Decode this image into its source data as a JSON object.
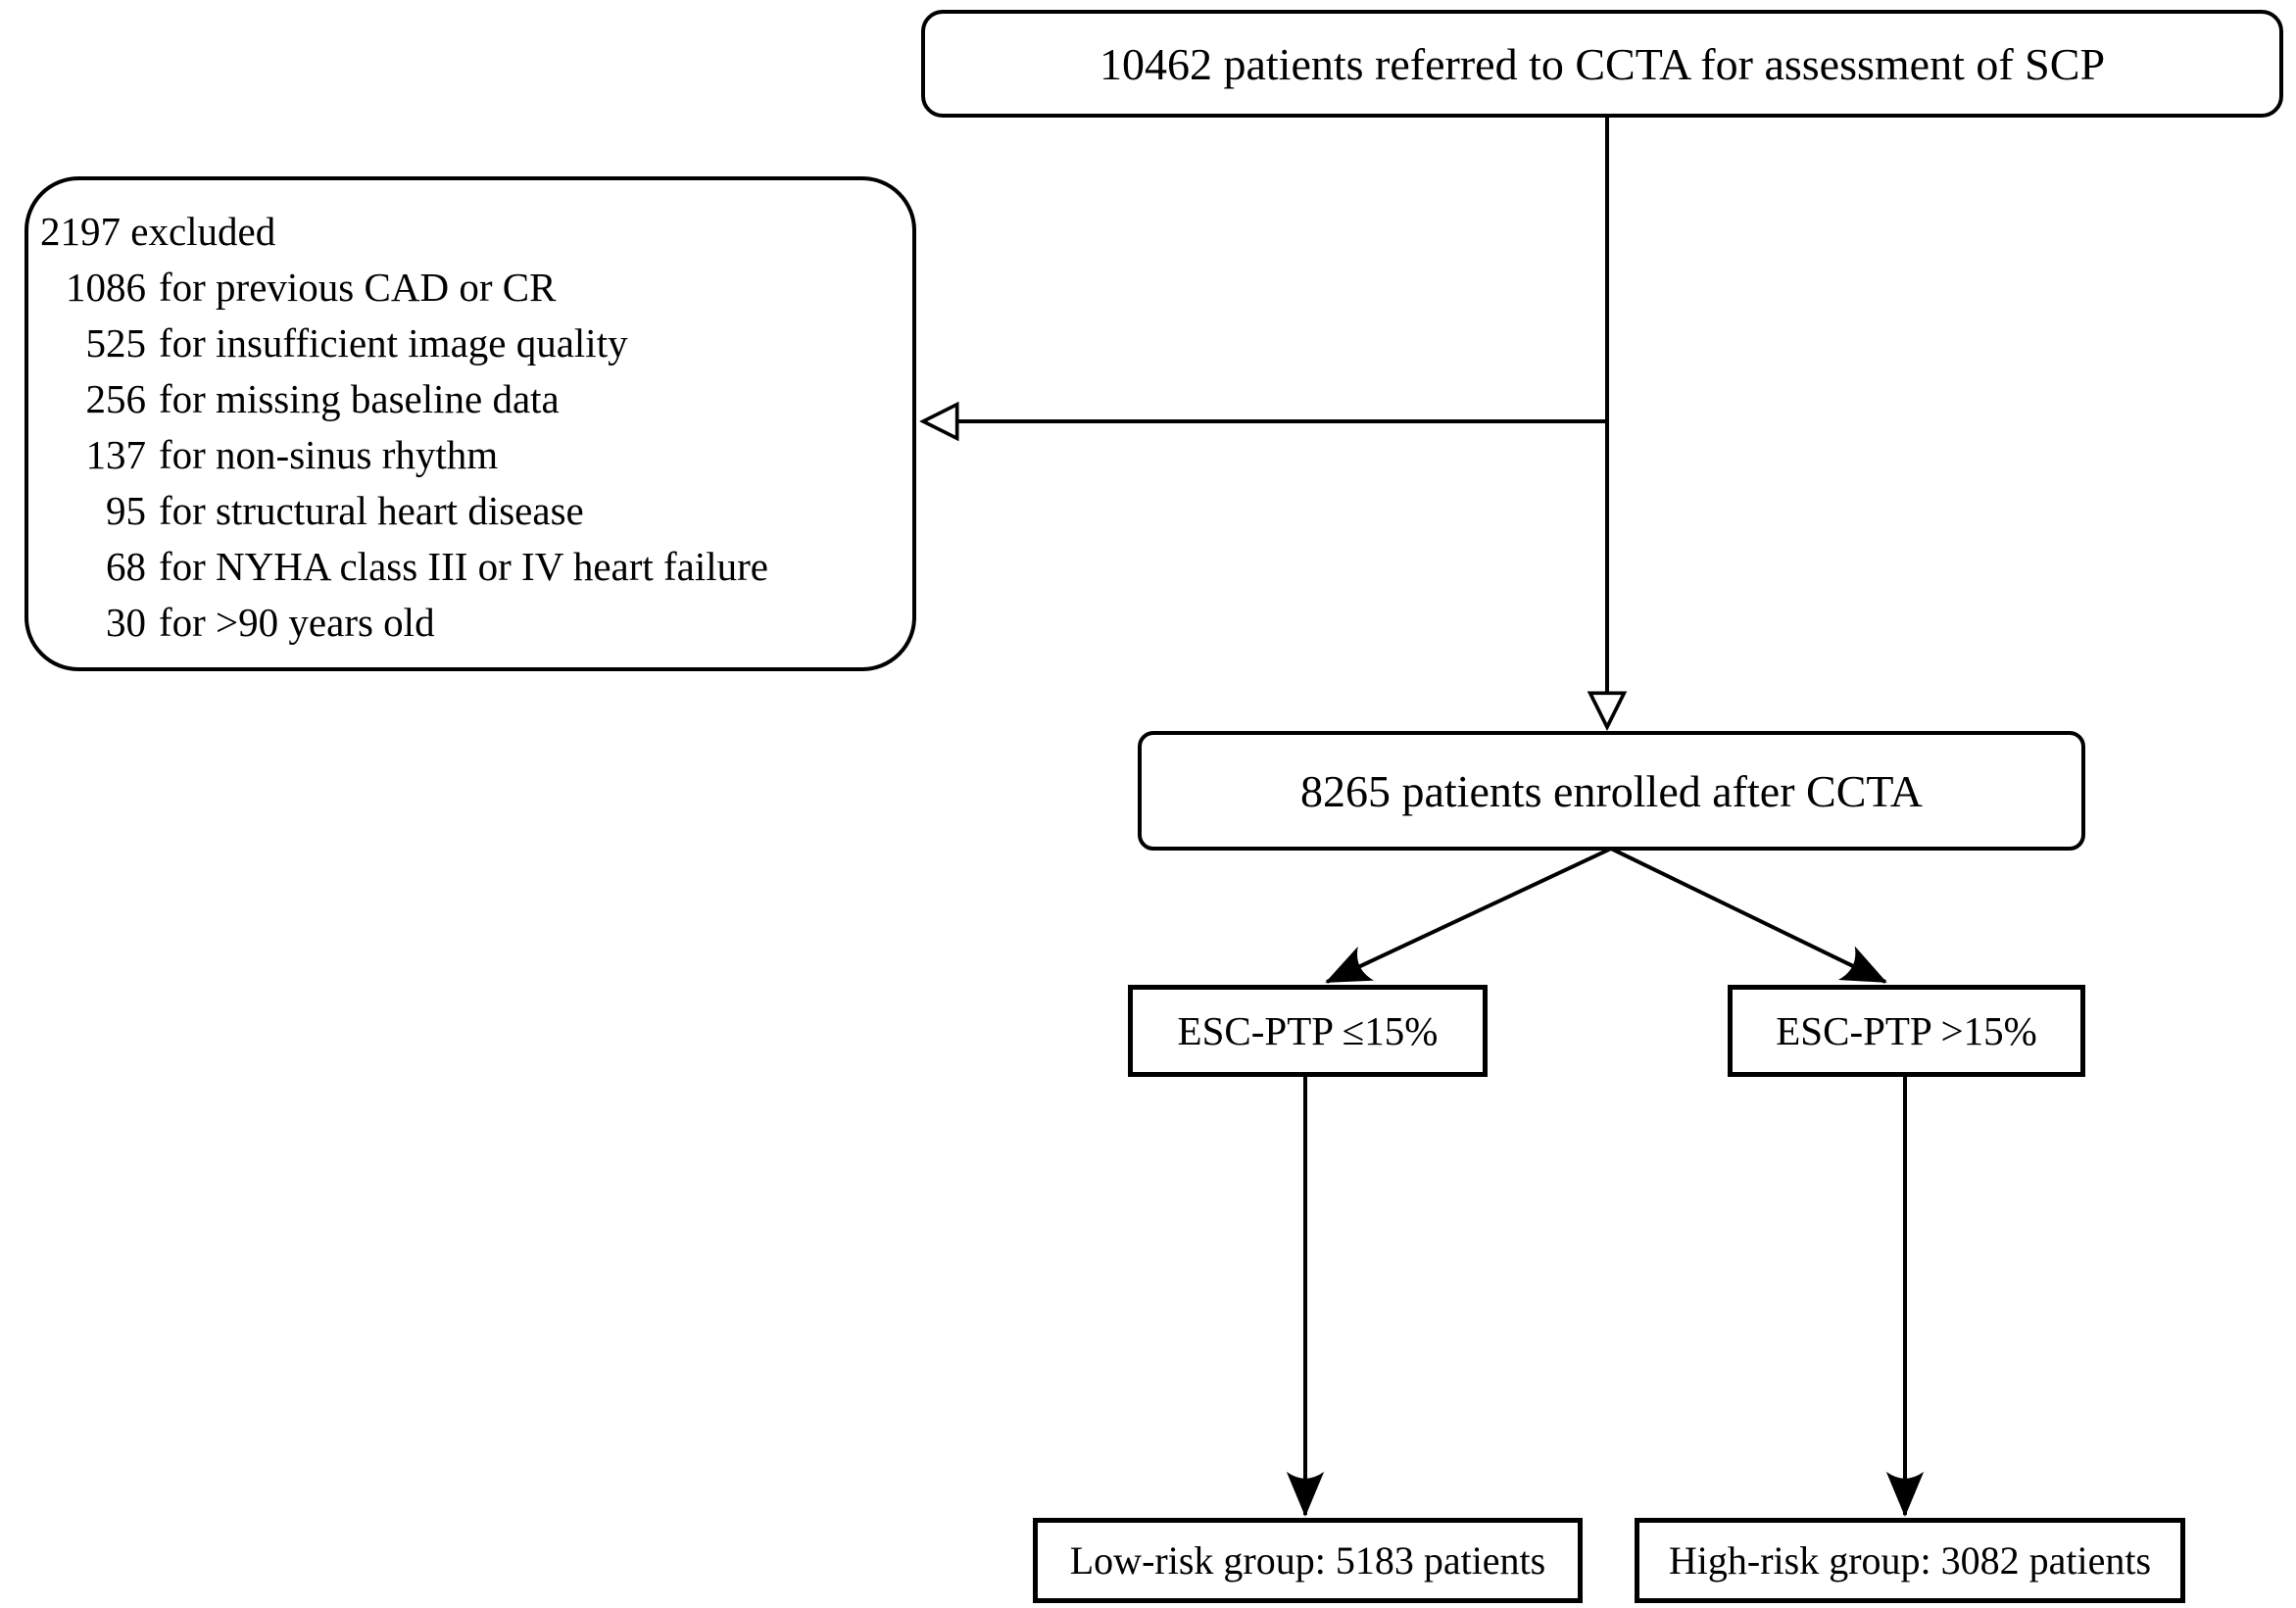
{
  "figure": {
    "top_box": {
      "label": "10462 patients referred to CCTA for assessment of SCP"
    },
    "excluded_box": {
      "title": "2197 excluded",
      "items": [
        {
          "count": "1086",
          "reason": "for previous CAD or CR"
        },
        {
          "count": "525",
          "reason": "for insufficient image quality"
        },
        {
          "count": "256",
          "reason": "for missing baseline data"
        },
        {
          "count": "137",
          "reason": "for non-sinus rhythm"
        },
        {
          "count": "95",
          "reason": "for structural heart disease"
        },
        {
          "count": "68",
          "reason": "for NYHA class III or IV heart failure"
        },
        {
          "count": "30",
          "reason": "for >90 years old"
        }
      ]
    },
    "enrolled_box": {
      "label": "8265 patients enrolled after CCTA"
    },
    "ptp_low_box": {
      "label": "ESC-PTP ≤15%"
    },
    "ptp_high_box": {
      "label": "ESC-PTP >15%"
    },
    "risk_low_box": {
      "label": "Low-risk group: 5183 patients"
    },
    "risk_high_box": {
      "label": "High-risk group: 3082 patients"
    },
    "colors": {
      "line": "#000000",
      "background": "#ffffff"
    }
  }
}
